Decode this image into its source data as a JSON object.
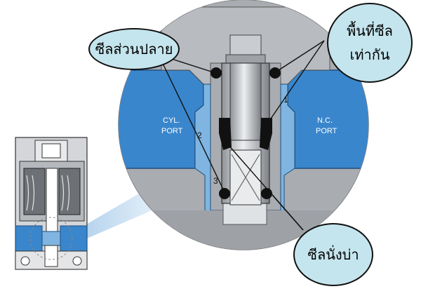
{
  "labels": {
    "end_seal": "ซีลส่วนปลาย",
    "equal_seal_area_line1": "พื้นที่ซีล",
    "equal_seal_area_line2": "เท่ากัน",
    "seat_seal": "ซีลนั่งบ่า",
    "cyl_port_line1": "CYL.",
    "cyl_port_line2": "PORT",
    "nc_port_line1": "N.C.",
    "nc_port_line2": "PORT",
    "num_1": "1",
    "num_2": "2",
    "num_3": "3"
  },
  "colors": {
    "port_blue": "#3a86cc",
    "light_blue": "#7fb5e0",
    "body_gray": "#a9acb0",
    "dark_gray": "#6d7075",
    "callout_fill": "#c5e5ee",
    "zoom_beam": "#b9d7ef"
  }
}
